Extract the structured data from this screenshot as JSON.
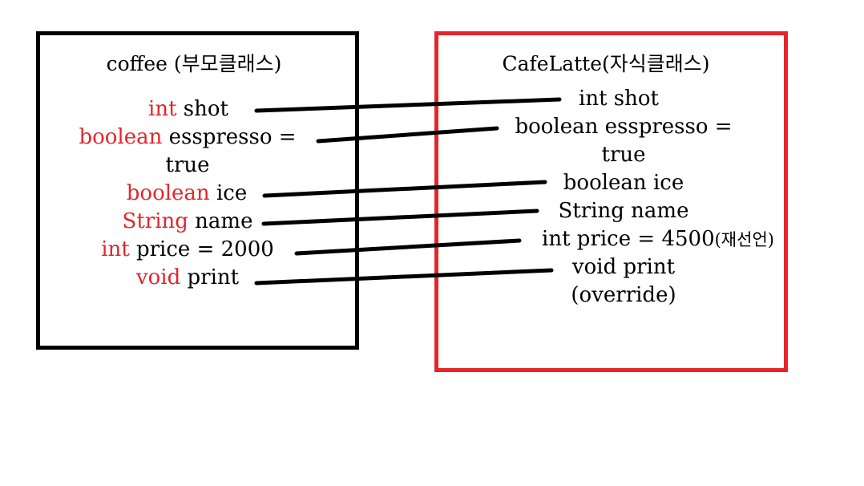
{
  "parent": {
    "title": "coffee (부모클래스)",
    "fields": [
      {
        "keyword": "int",
        "rest": " shot"
      },
      {
        "keyword": "boolean",
        "rest": " esspresso ="
      },
      {
        "keyword": "",
        "rest": "true"
      },
      {
        "keyword": "boolean",
        "rest": " ice"
      },
      {
        "keyword": "String",
        "rest": " name"
      },
      {
        "keyword": "int",
        "rest": " price = 2000"
      },
      {
        "keyword": "void",
        "rest": " print"
      }
    ]
  },
  "child": {
    "title": "CafeLatte(자식클래스)",
    "fields": [
      {
        "text": "int shot"
      },
      {
        "text": "boolean esspresso ="
      },
      {
        "text": "true"
      },
      {
        "text": "boolean ice"
      },
      {
        "text": "String name"
      },
      {
        "text": "int price = 4500",
        "note": "(재선언)"
      },
      {
        "text": "void print"
      },
      {
        "text": "(override)"
      }
    ]
  },
  "colors": {
    "parent_border": "#000000",
    "child_border": "#e5252a",
    "keyword": "#e5252a",
    "connector": "#000000"
  }
}
